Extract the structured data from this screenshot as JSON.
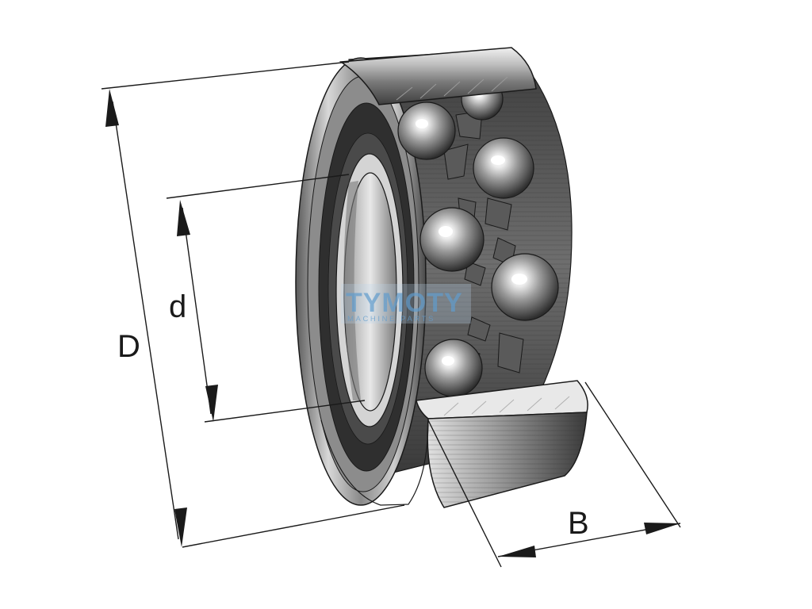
{
  "dimensions": {
    "outer_diameter_label": "D",
    "bore_diameter_label": "d",
    "width_label": "B"
  },
  "watermark": {
    "brand": "TYMOTY",
    "tagline": "MACHINE PARTS"
  },
  "colors": {
    "line": "#1a1a1a",
    "steel_dark": "#4a4a4a",
    "steel_light": "#e2e2e2",
    "watermark": "#6aa2d0"
  }
}
